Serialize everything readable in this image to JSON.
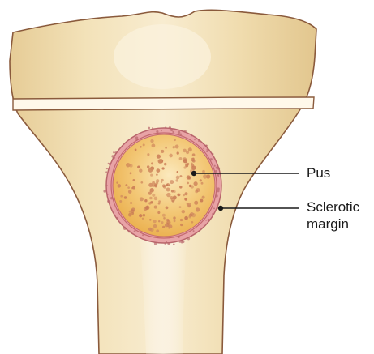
{
  "labels": {
    "pus": "Pus",
    "sclerotic_line1": "Sclerotic",
    "sclerotic_line2": "margin"
  },
  "colors": {
    "bone": "#f2dfb3",
    "bone_shadow": "#e6cc96",
    "bone_outline": "#8a5a3c",
    "growth_plate": "#fff6e6",
    "abscess_fill": "#efb95a",
    "abscess_center": "#f9e2a8",
    "sclerotic_rim": "#e6919a",
    "pus_dots": "#c97b55",
    "leader_line": "#1a1a1a"
  }
}
